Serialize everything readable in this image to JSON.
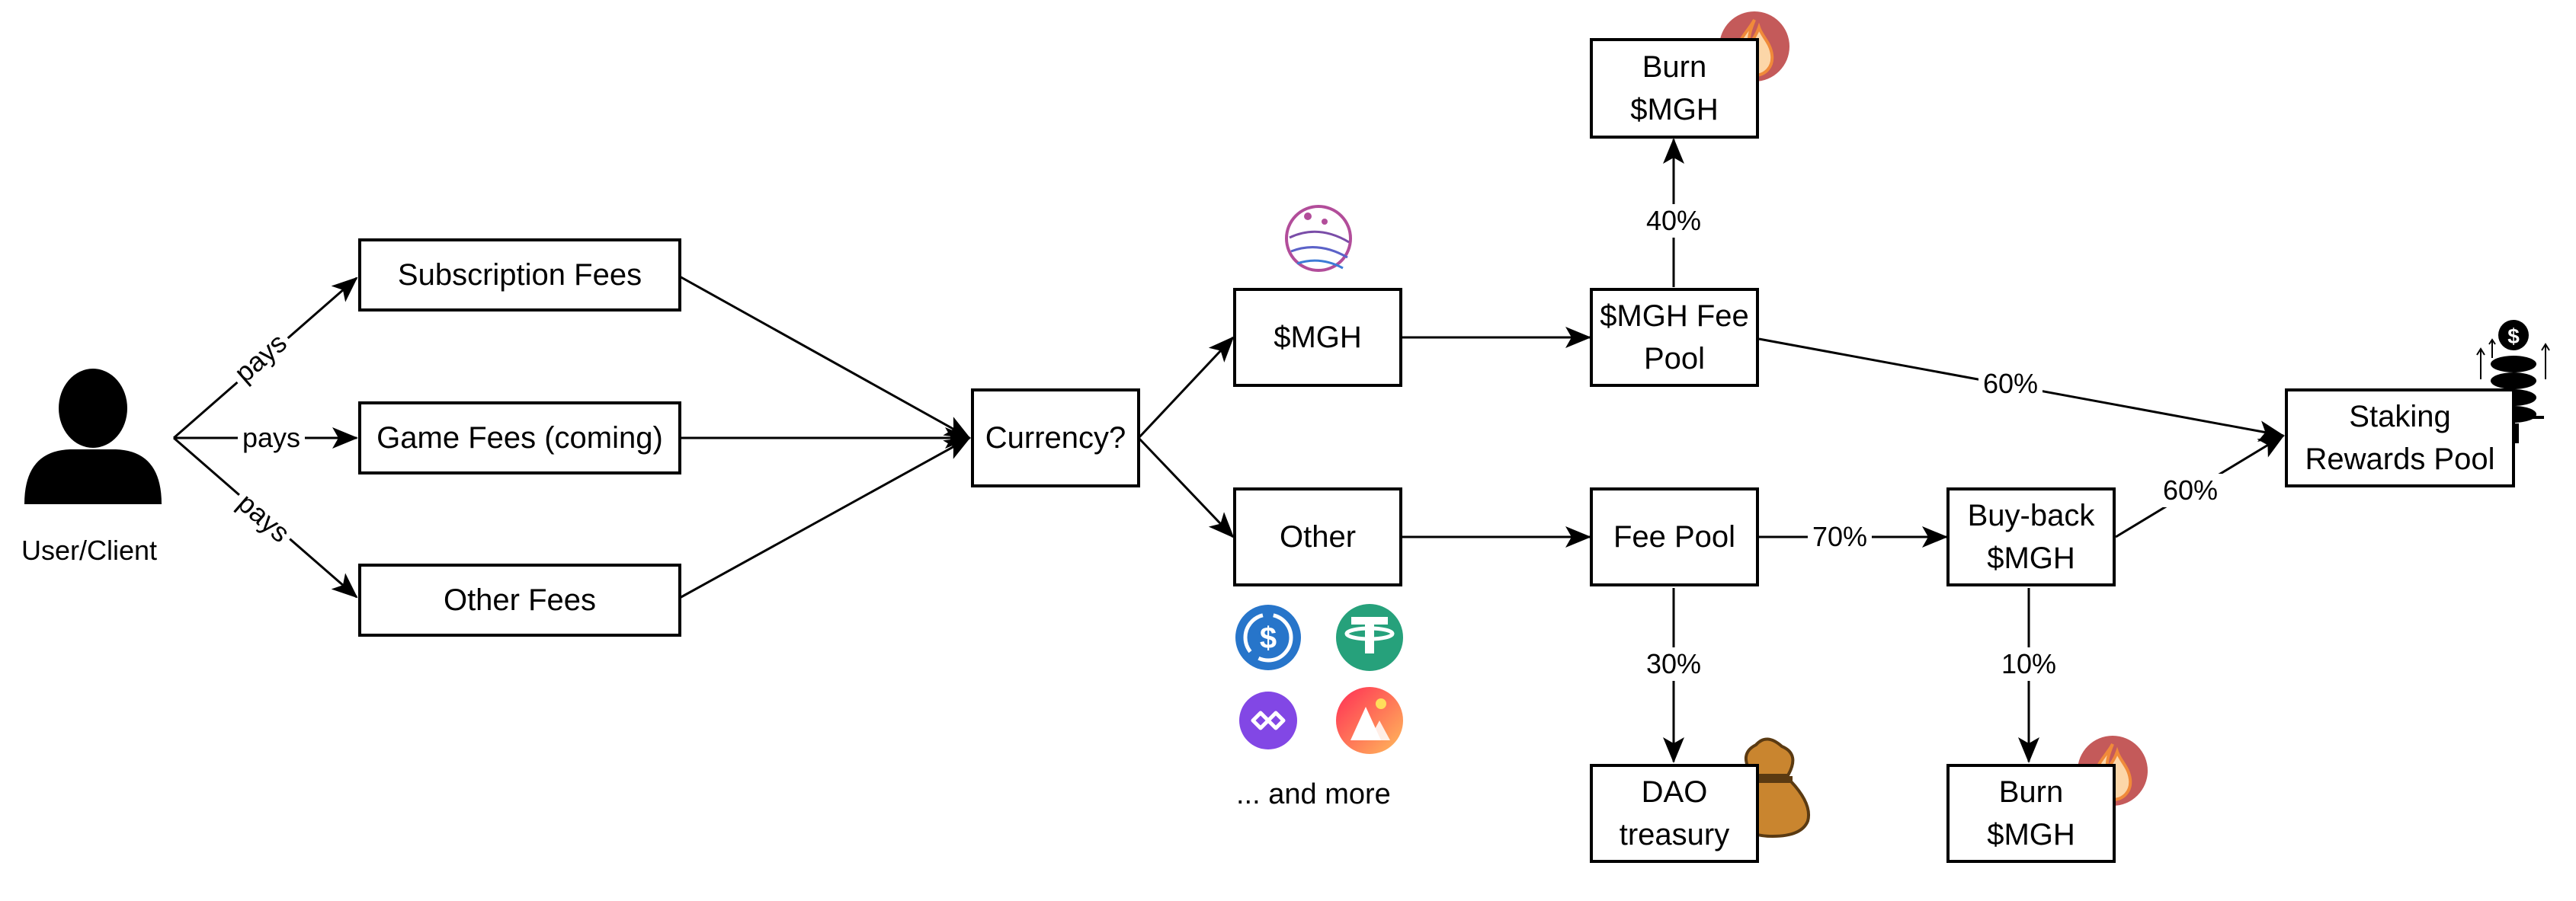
{
  "user": {
    "label": "User/Client",
    "icon": "person-icon"
  },
  "edges": {
    "pays_1": "pays",
    "pays_2": "pays",
    "pays_3": "pays",
    "p40": "40%",
    "p60_top": "60%",
    "p70": "70%",
    "p60_bottom": "60%",
    "p30": "30%",
    "p10": "10%"
  },
  "fees": {
    "subscription": "Subscription Fees",
    "game": "Game Fees (coming)",
    "other": "Other Fees"
  },
  "currency": "Currency?",
  "mgh": "$MGH",
  "other_currency": "Other",
  "and_more": "... and more",
  "burn_top": {
    "line1": "Burn",
    "line2": "$MGH"
  },
  "mgh_fee_pool": {
    "line1": "$MGH Fee",
    "line2": "Pool"
  },
  "fee_pool": "Fee Pool",
  "buyback": {
    "line1": "Buy-back",
    "line2": "$MGH"
  },
  "staking": {
    "line1": "Staking",
    "line2": "Rewards Pool"
  },
  "dao": {
    "line1": "DAO",
    "line2": "treasury"
  },
  "burn_bottom": {
    "line1": "Burn",
    "line2": "$MGH"
  },
  "icons": {
    "mgh_logo": "mgh-globe-logo-icon",
    "usdc": "usdc-coin-icon",
    "usdt": "tether-coin-icon",
    "polygon": "polygon-coin-icon",
    "decentraland": "decentraland-coin-icon",
    "fire": "fire-icon",
    "money_bag": "money-bag-icon",
    "coin_stack": "coin-stack-icon"
  },
  "colors": {
    "fire_circle": "#c45a5a",
    "usdc": "#2775ca",
    "usdt": "#26a17b",
    "polygon": "#8247e5"
  }
}
